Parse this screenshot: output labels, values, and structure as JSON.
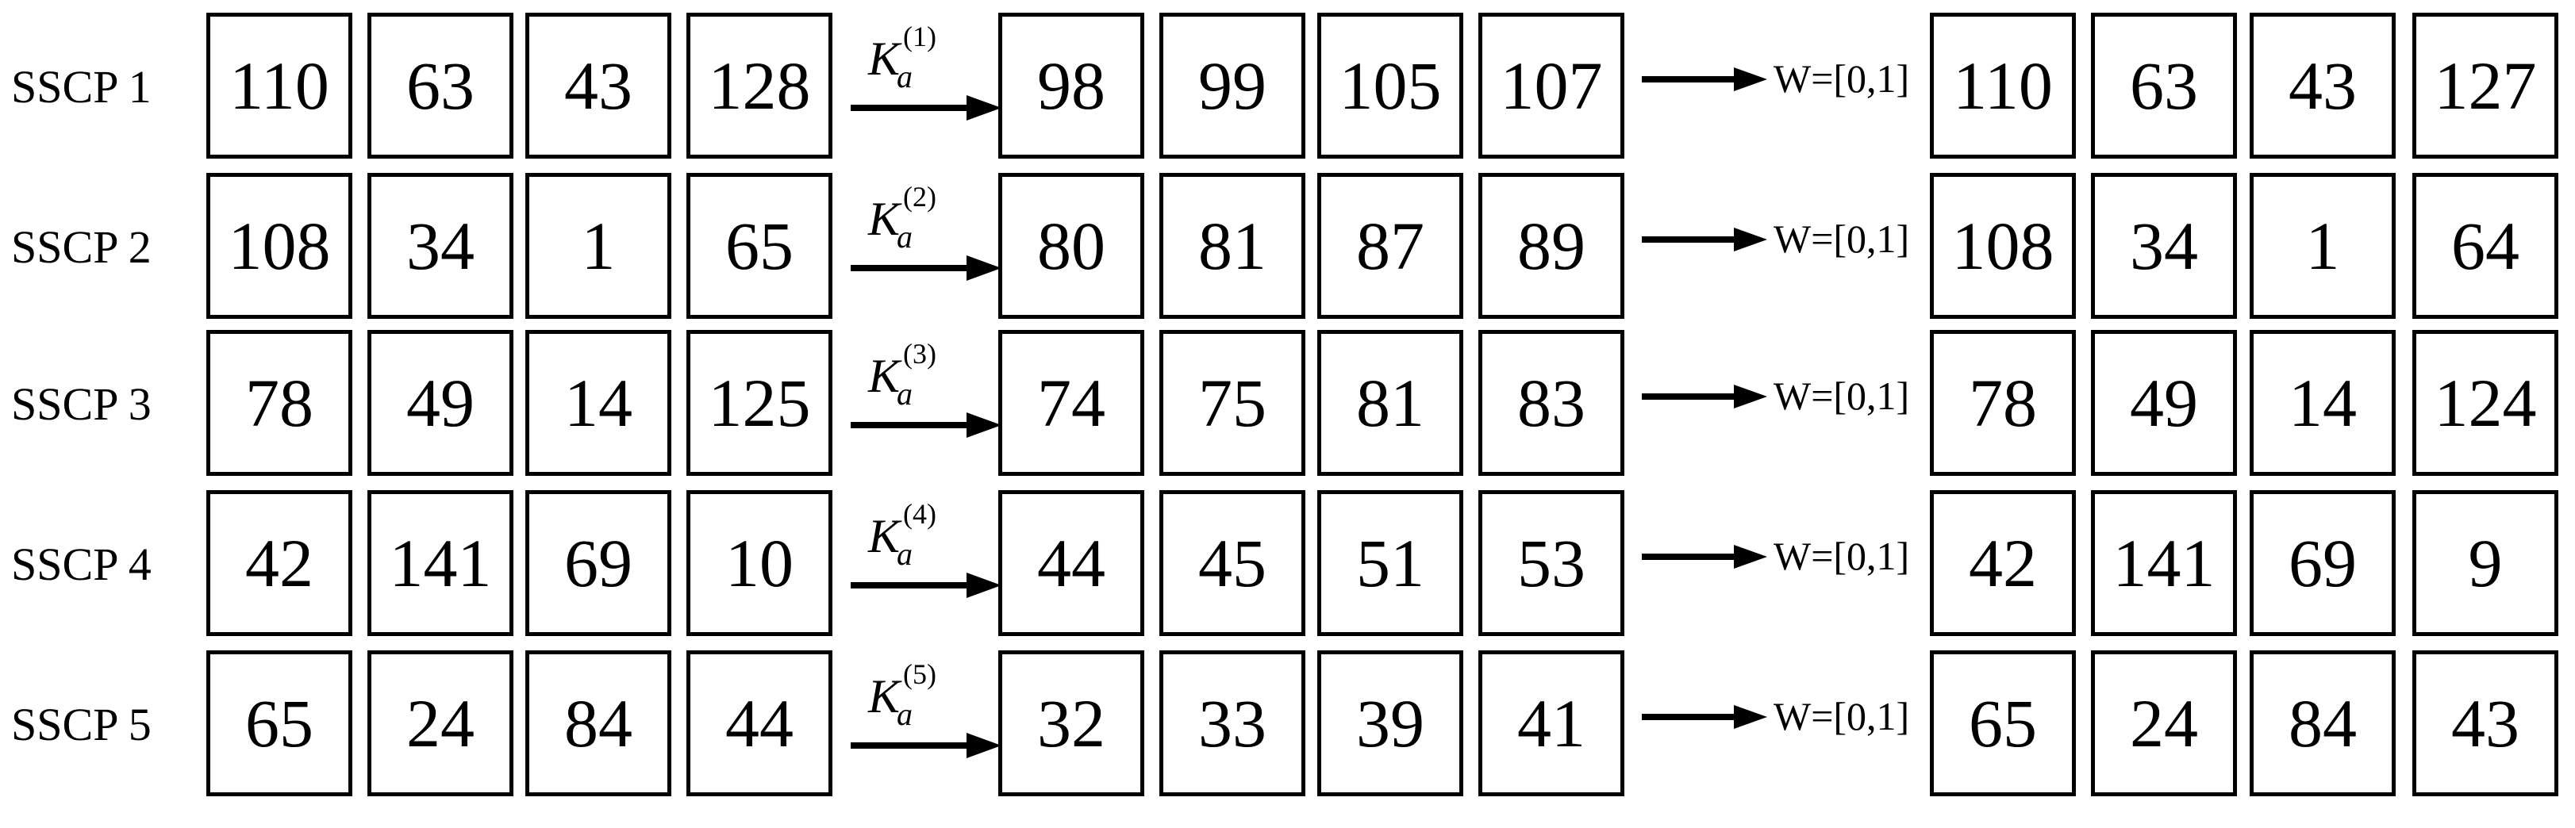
{
  "rows": [
    {
      "label": "SSCP 1",
      "k_index": "(1)",
      "w_label": "W=[0,1]",
      "input": [
        "110",
        "63",
        "43",
        "128"
      ],
      "mid": [
        "98",
        "99",
        "105",
        "107"
      ],
      "output": [
        "110",
        "63",
        "43",
        "127"
      ]
    },
    {
      "label": "SSCP 2",
      "k_index": "(2)",
      "w_label": "W=[0,1]",
      "input": [
        "108",
        "34",
        "1",
        "65"
      ],
      "mid": [
        "80",
        "81",
        "87",
        "89"
      ],
      "output": [
        "108",
        "34",
        "1",
        "64"
      ]
    },
    {
      "label": "SSCP 3",
      "k_index": "(3)",
      "w_label": "W=[0,1]",
      "input": [
        "78",
        "49",
        "14",
        "125"
      ],
      "mid": [
        "74",
        "75",
        "81",
        "83"
      ],
      "output": [
        "78",
        "49",
        "14",
        "124"
      ]
    },
    {
      "label": "SSCP 4",
      "k_index": "(4)",
      "w_label": "W=[0,1]",
      "input": [
        "42",
        "141",
        "69",
        "10"
      ],
      "mid": [
        "44",
        "45",
        "51",
        "53"
      ],
      "output": [
        "42",
        "141",
        "69",
        "9"
      ]
    },
    {
      "label": "SSCP 5",
      "k_index": "(5)",
      "w_label": "W=[0,1]",
      "input": [
        "65",
        "24",
        "84",
        "44"
      ],
      "mid": [
        "32",
        "33",
        "39",
        "41"
      ],
      "output": [
        "65",
        "24",
        "84",
        "43"
      ]
    }
  ],
  "k_symbol": "K",
  "k_sub": "a"
}
